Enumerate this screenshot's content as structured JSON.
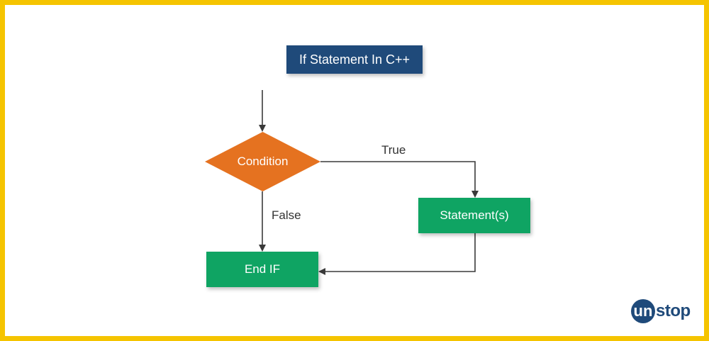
{
  "diagram": {
    "title": "If Statement In C++",
    "decision": "Condition",
    "true_label": "True",
    "false_label": "False",
    "statement": "Statement(s)",
    "end": "End IF"
  },
  "brand": {
    "logo_text": "unstop",
    "logo_first": "un",
    "logo_rest": "stop"
  },
  "colors": {
    "border": "#f5c400",
    "title_bg": "#1f4a7a",
    "decision_bg": "#e57220",
    "process_bg": "#0fa463",
    "arrow": "#3a3a3a"
  }
}
